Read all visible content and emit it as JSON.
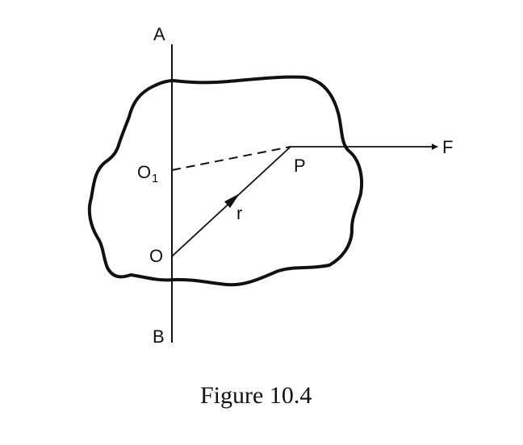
{
  "labels": {
    "A": "A",
    "B": "B",
    "O": "O",
    "O1_main": "O",
    "O1_sub": "1",
    "P": "P",
    "r": "r",
    "F": "F"
  },
  "caption": "Figure 10.4",
  "colors": {
    "ink": "#111111",
    "background": "#ffffff"
  }
}
